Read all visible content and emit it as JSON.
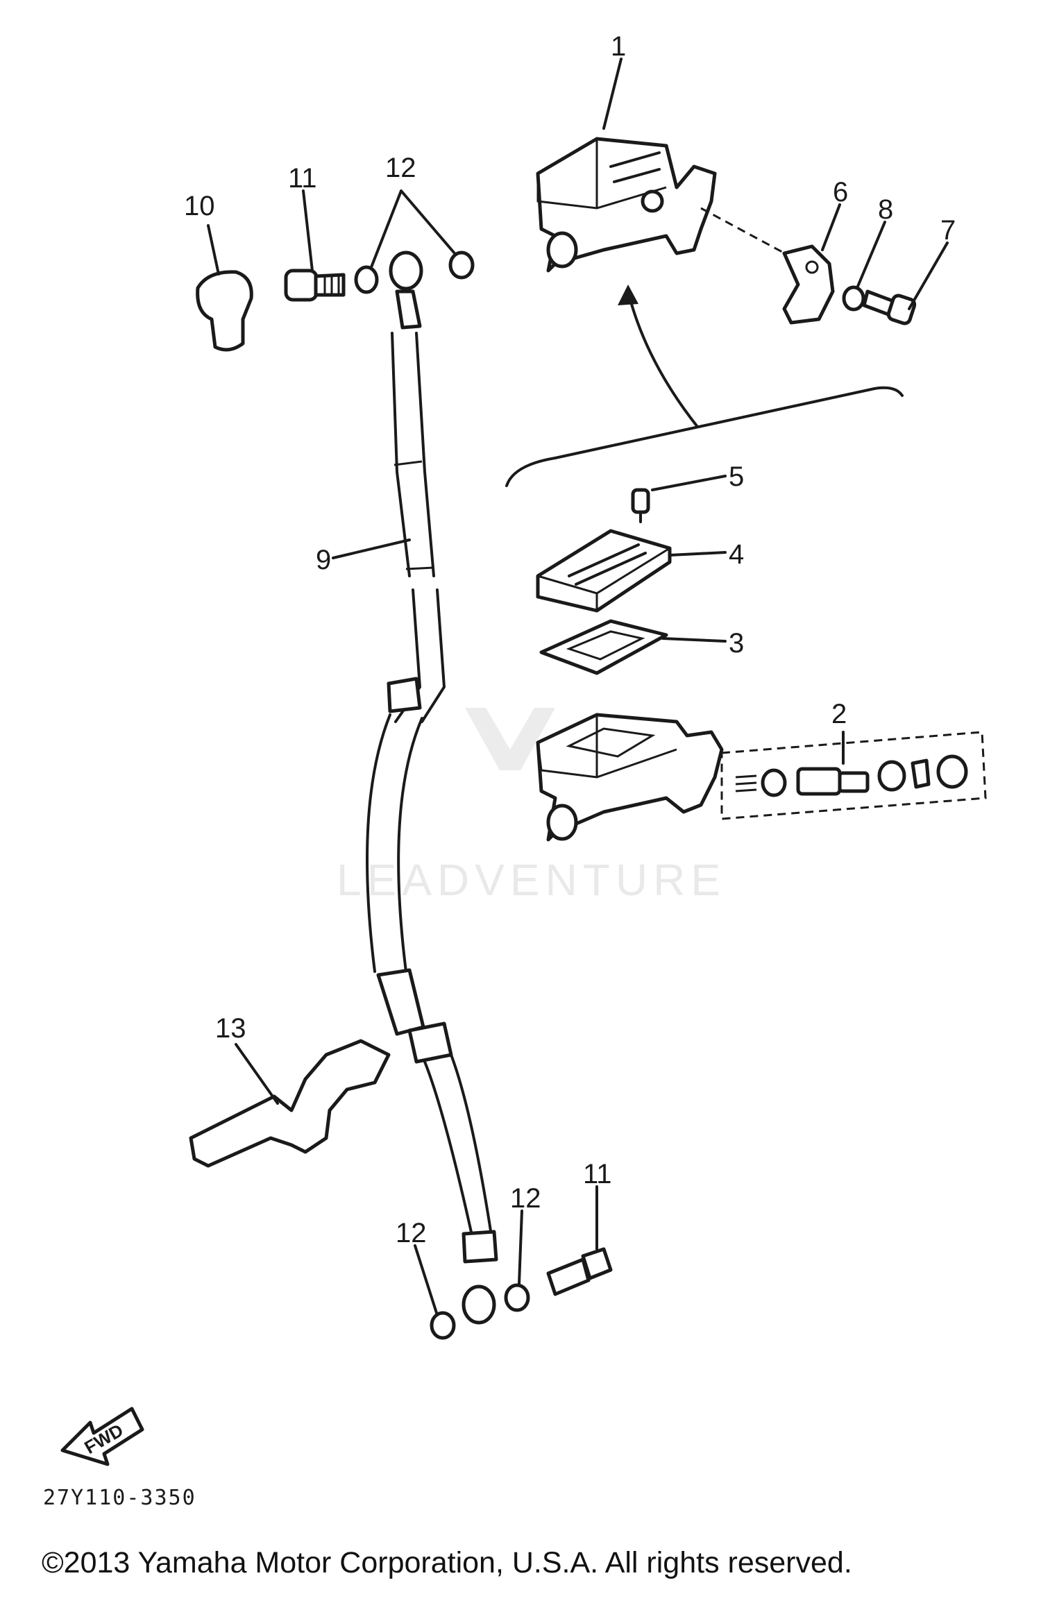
{
  "diagram_code": "27Y110-3350",
  "copyright": "©2013 Yamaha Motor Corporation, U.S.A. All rights reserved.",
  "watermark": "LEADVENTURE",
  "direction_label": "FWD",
  "callouts": {
    "c1": "1",
    "c2": "2",
    "c3": "3",
    "c4": "4",
    "c5": "5",
    "c6": "6",
    "c7": "7",
    "c8": "8",
    "c9": "9",
    "c10": "10",
    "c11a": "11",
    "c11b": "11",
    "c12a": "12",
    "c12b": "12",
    "c12c": "12",
    "c13": "13"
  }
}
